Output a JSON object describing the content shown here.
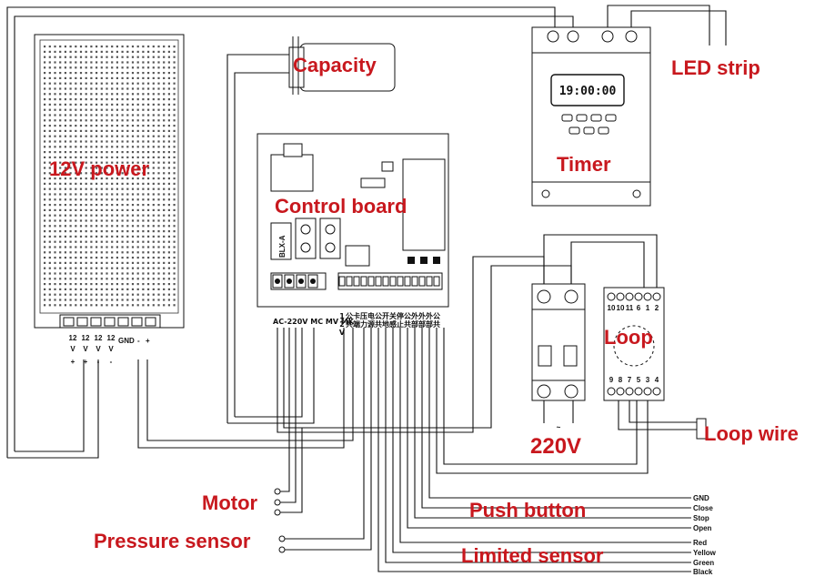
{
  "labels": {
    "power": "12V power",
    "capacity": "Capacity",
    "control_board": "Control board",
    "timer": "Timer",
    "led_strip": "LED strip",
    "loop": "Loop",
    "loop_wire": "Loop wire",
    "mains": "220V",
    "motor": "Motor",
    "pressure_sensor": "Pressure sensor",
    "push_button": "Push button",
    "limited_sensor": "Limited sensor"
  },
  "timer": {
    "display": "19:00:00"
  },
  "psu_terminals": [
    [
      "12",
      "V",
      "+"
    ],
    [
      "12",
      "V",
      "+"
    ],
    [
      "12",
      "V",
      "-"
    ],
    [
      "12",
      "V",
      "-"
    ]
  ],
  "psu_gnd": "GND",
  "psu_minus": "-",
  "psu_plus": "+",
  "board_left_terminals": [
    "AC-220V",
    "MC",
    "MV",
    "MK"
  ],
  "board_right_terminals": [
    "12V",
    "公共",
    "卡端",
    "压力",
    "电源",
    "公共",
    "开地",
    "关感",
    "停止",
    "公共",
    "外部",
    "外部",
    "外部",
    "公共"
  ],
  "push_button_wires": [
    "GND",
    "Close",
    "Stop",
    "Open"
  ],
  "limited_sensor_wires": [
    "Red",
    "Yellow",
    "Green",
    "Black"
  ],
  "loop_top_pins": [
    "10",
    "10",
    "11",
    "6",
    "1",
    "2"
  ],
  "loop_bottom_pins": [
    "9",
    "8",
    "7",
    "5",
    "3",
    "4"
  ],
  "blx_label": "BLX-A",
  "mains_symbol": "~"
}
